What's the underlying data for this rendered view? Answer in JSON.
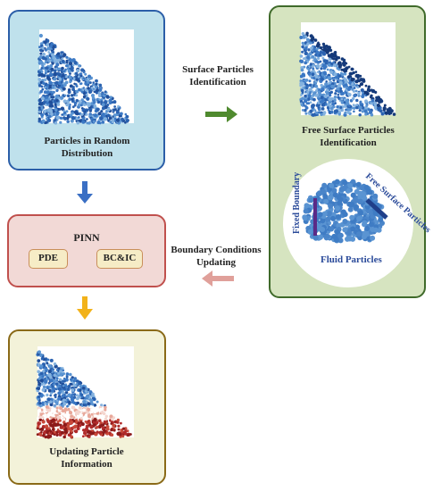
{
  "boxes": {
    "random": {
      "label": "Particles in Random Distribution",
      "fill": "#bfe1ec",
      "border": "#2b5ea8"
    },
    "free": {
      "label": "Free Surface Particles Identification",
      "fill": "#d6e4c0",
      "border": "#3f6a2a"
    },
    "pinn": {
      "title": "PINN",
      "pde": "PDE",
      "bcic": "BC&IC",
      "fill": "#f2d9d6",
      "border": "#c0504d"
    },
    "update": {
      "label": "Updating Particle Information",
      "fill": "#f3f2d9",
      "border": "#8a6a18"
    }
  },
  "arrows": {
    "surface": {
      "label": "Surface Particles Identification",
      "color": "#4f8a2e"
    },
    "boundary": {
      "label": "Boundary Conditions Updating",
      "color": "#e0a09a"
    },
    "down1": {
      "color": "#3a6fc4"
    },
    "down2": {
      "color": "#f2b21a"
    }
  },
  "circle": {
    "fixed_boundary": "Fixed Boundary",
    "free_surface_particles": "Free Surface Particles",
    "fluid_particles": "Fluid Particles"
  }
}
